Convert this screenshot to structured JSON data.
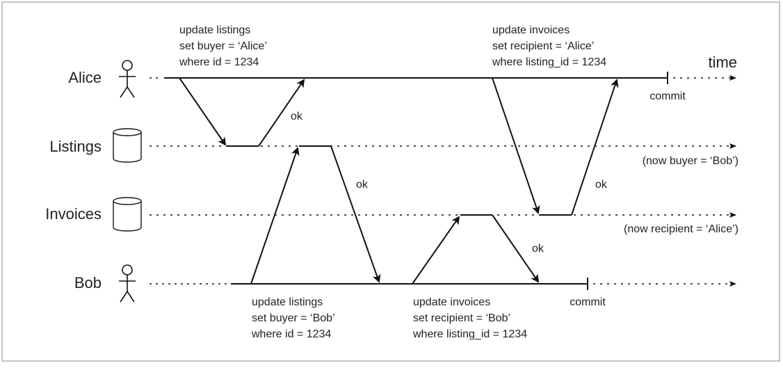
{
  "lanes": {
    "alice": "Alice",
    "listings": "Listings",
    "invoices": "Invoices",
    "bob": "Bob"
  },
  "axis": {
    "time": "time"
  },
  "alice_ops": {
    "listings_update": [
      "update listings",
      "set buyer = ‘Alice’",
      "where id = 1234"
    ],
    "invoices_update": [
      "update invoices",
      "set recipient = ‘Alice’",
      "where listing_id = 1234"
    ],
    "commit": "commit"
  },
  "bob_ops": {
    "listings_update": [
      "update listings",
      "set buyer = ‘Bob’",
      "where id = 1234"
    ],
    "invoices_update": [
      "update invoices",
      "set recipient = ‘Bob’",
      "where listing_id = 1234"
    ],
    "commit": "commit"
  },
  "responses": {
    "ok_listings_alice": "ok",
    "ok_listings_bob": "ok",
    "ok_invoices_bob": "ok",
    "ok_invoices_alice": "ok"
  },
  "final_states": {
    "listings": "(now buyer = ‘Bob’)",
    "invoices": "(now recipient = ‘Alice’)"
  },
  "colors": {
    "line": "#111111",
    "frame": "#888888"
  }
}
